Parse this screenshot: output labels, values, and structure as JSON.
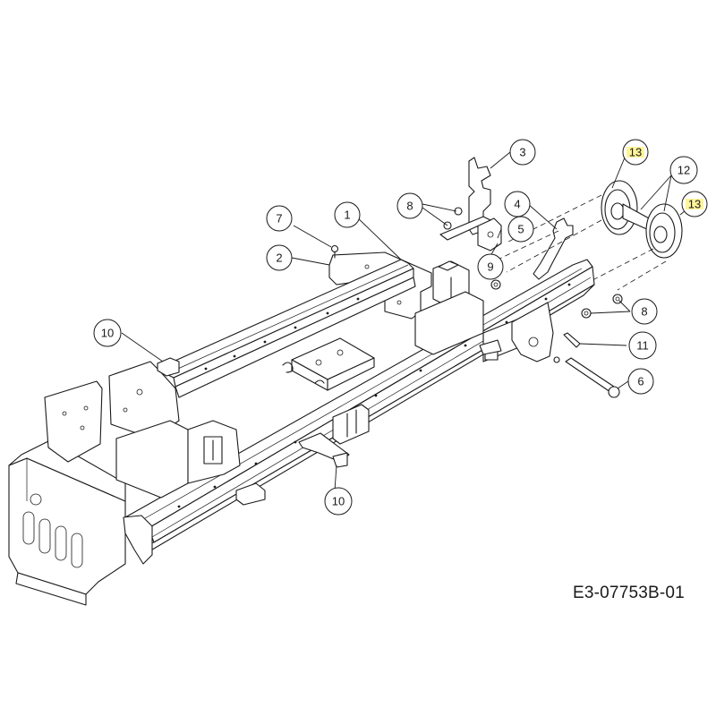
{
  "drawing": {
    "document_code": "E3-07753B-01",
    "highlight_color": "#fff59a",
    "line_color": "#1a1a1a",
    "background": "#ffffff"
  },
  "callouts": [
    {
      "id": "c1",
      "label": "1"
    },
    {
      "id": "c2",
      "label": "2"
    },
    {
      "id": "c3",
      "label": "3"
    },
    {
      "id": "c4",
      "label": "4"
    },
    {
      "id": "c5",
      "label": "5"
    },
    {
      "id": "c6",
      "label": "6"
    },
    {
      "id": "c7",
      "label": "7"
    },
    {
      "id": "c8a",
      "label": "8"
    },
    {
      "id": "c8b",
      "label": "8"
    },
    {
      "id": "c9",
      "label": "9"
    },
    {
      "id": "c10a",
      "label": "10"
    },
    {
      "id": "c10b",
      "label": "10"
    },
    {
      "id": "c11",
      "label": "11"
    },
    {
      "id": "c12",
      "label": "12"
    },
    {
      "id": "c13a",
      "label": "13",
      "highlighted": true
    },
    {
      "id": "c13b",
      "label": "13",
      "highlighted": true
    }
  ]
}
